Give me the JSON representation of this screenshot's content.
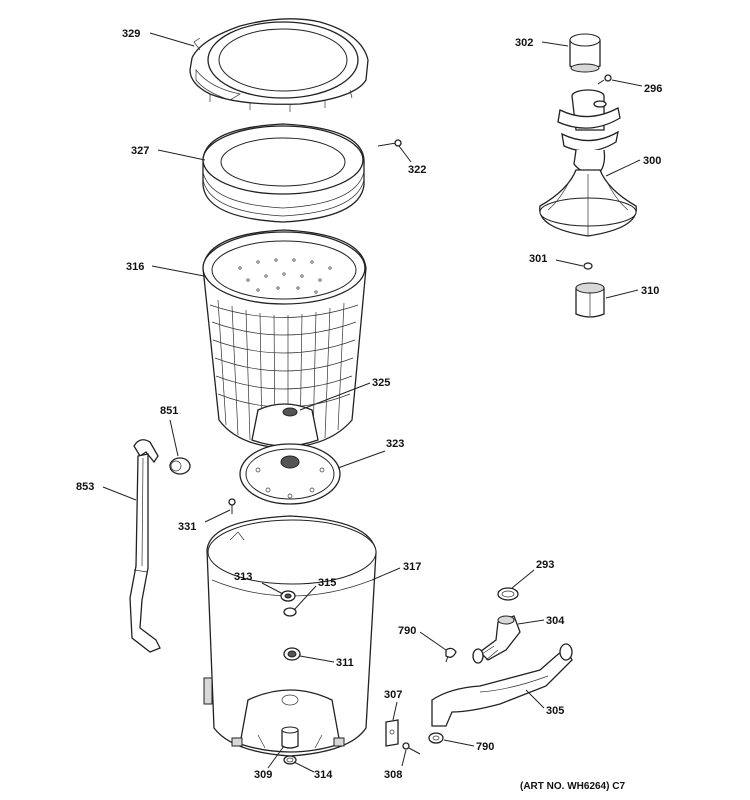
{
  "diagram": {
    "parts": [
      {
        "id": "p329",
        "number": "329"
      },
      {
        "id": "p327",
        "number": "327"
      },
      {
        "id": "p322",
        "number": "322"
      },
      {
        "id": "p316",
        "number": "316"
      },
      {
        "id": "p325",
        "number": "325"
      },
      {
        "id": "p851",
        "number": "851"
      },
      {
        "id": "p853",
        "number": "853"
      },
      {
        "id": "p323",
        "number": "323"
      },
      {
        "id": "p331",
        "number": "331"
      },
      {
        "id": "p317",
        "number": "317"
      },
      {
        "id": "p313",
        "number": "313"
      },
      {
        "id": "p315",
        "number": "315"
      },
      {
        "id": "p311",
        "number": "311"
      },
      {
        "id": "p309",
        "number": "309"
      },
      {
        "id": "p314",
        "number": "314"
      },
      {
        "id": "p307",
        "number": "307"
      },
      {
        "id": "p308",
        "number": "308"
      },
      {
        "id": "p790a",
        "number": "790"
      },
      {
        "id": "p790b",
        "number": "790"
      },
      {
        "id": "p293",
        "number": "293"
      },
      {
        "id": "p304",
        "number": "304"
      },
      {
        "id": "p305",
        "number": "305"
      },
      {
        "id": "p302",
        "number": "302"
      },
      {
        "id": "p296",
        "number": "296"
      },
      {
        "id": "p300",
        "number": "300"
      },
      {
        "id": "p301",
        "number": "301"
      },
      {
        "id": "p310",
        "number": "310"
      }
    ],
    "art_number": "(ART NO. WH6264) C7"
  }
}
